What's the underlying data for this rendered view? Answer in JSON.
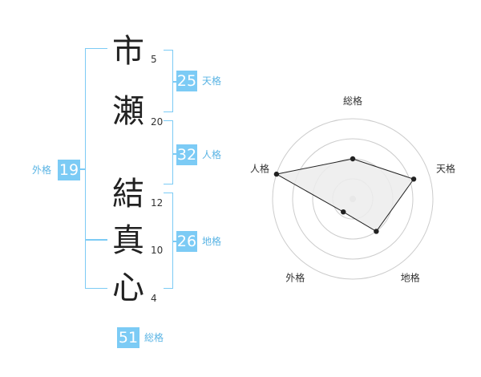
{
  "name_chars": [
    {
      "char": "市",
      "strokes": "5"
    },
    {
      "char": "瀬",
      "strokes": "20"
    },
    {
      "char": "結",
      "strokes": "12"
    },
    {
      "char": "真",
      "strokes": "10"
    },
    {
      "char": "心",
      "strokes": "4"
    }
  ],
  "kaku": {
    "tenkaku": {
      "value": "25",
      "label": "天格"
    },
    "jinkaku": {
      "value": "32",
      "label": "人格"
    },
    "chikaku": {
      "value": "26",
      "label": "地格"
    },
    "gaikaku": {
      "value": "19",
      "label": "外格"
    },
    "soukaku": {
      "value": "51",
      "label": "総格"
    }
  },
  "chart_data": {
    "type": "radar",
    "axes": [
      "総格",
      "天格",
      "地格",
      "外格",
      "人格"
    ],
    "values": [
      0.5,
      0.8,
      0.5,
      0.2,
      1.0
    ],
    "rings": 4,
    "colors": {
      "fill": "#ececec",
      "line": "#222222",
      "ring": "#cccccc"
    }
  }
}
